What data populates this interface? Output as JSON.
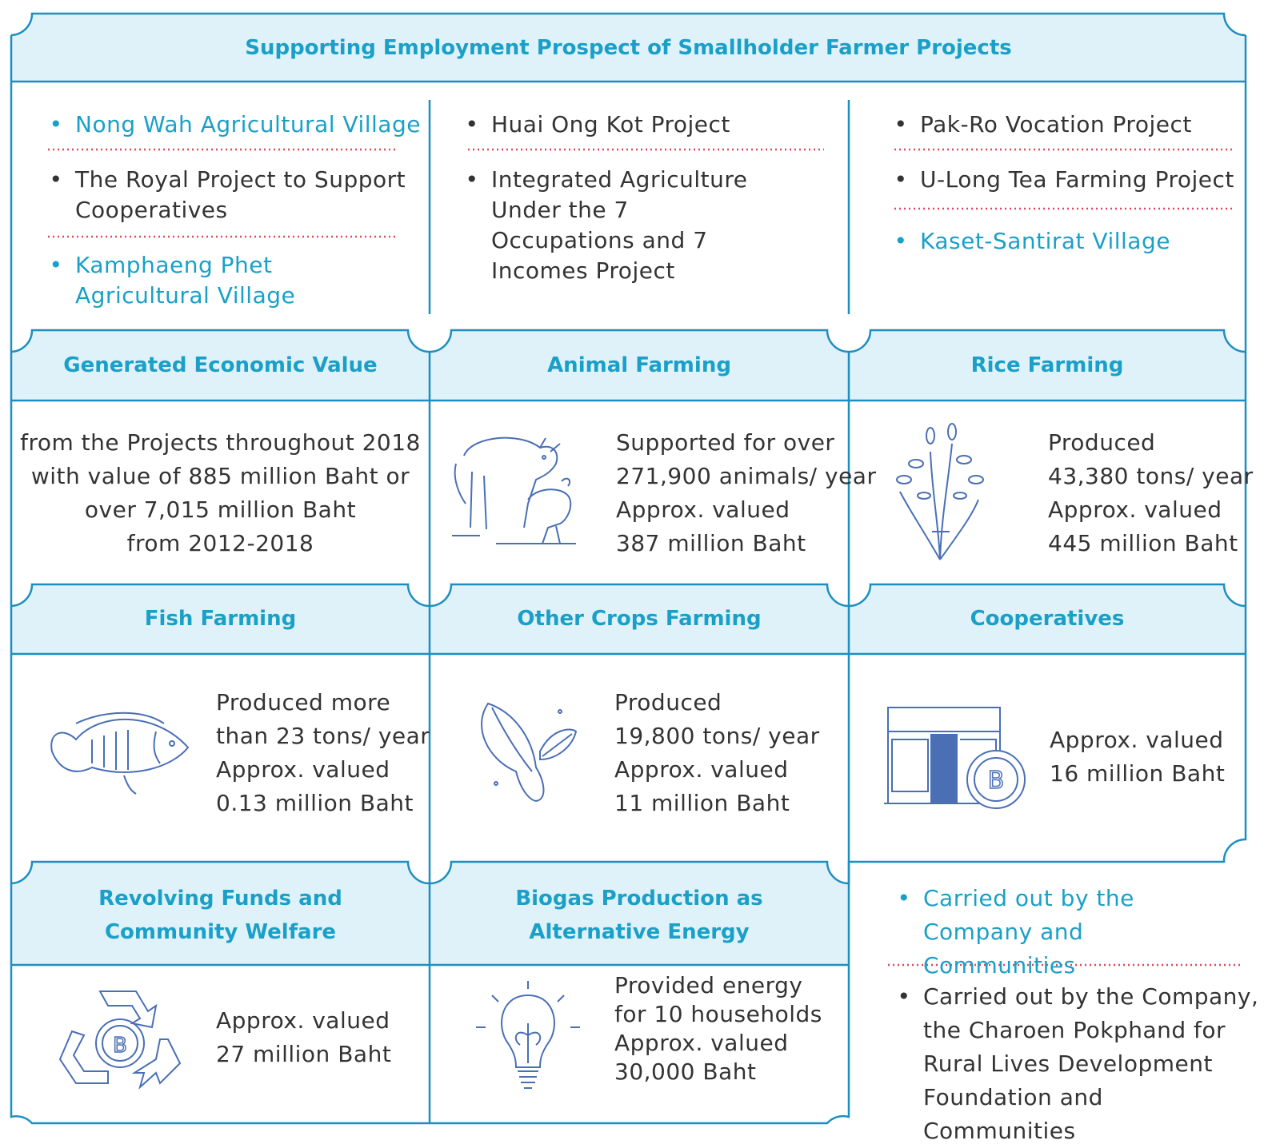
{
  "colors": {
    "accent": "#1aa0c8",
    "header_fill": "#dff1f9",
    "border": "#1c8fc0",
    "divider": "#e0455a",
    "text": "#333333"
  },
  "title": "Supporting Employment Prospect of Smallholder Farmer Projects",
  "projects": {
    "col1": [
      "Nong Wah Agricultural Village",
      "The Royal Project to Support Cooperatives",
      "Kamphaeng Phet Agricultural Village"
    ],
    "col2": [
      "Huai Ong Kot Project",
      "Integrated Agriculture Under the 7 Occupations and 7 Incomes Project"
    ],
    "col3": [
      "Pak-Ro Vocation Project",
      "U-Long Tea Farming Project",
      "Kaset-Santirat Village"
    ]
  },
  "economic": {
    "title": "Generated Economic Value",
    "lines": [
      "from the Projects throughout 2018",
      "with value of 885 million Baht or",
      "over 7,015 million Baht",
      "from 2012-2018"
    ]
  },
  "animal": {
    "title": "Animal Farming",
    "lines": [
      "Supported for over",
      "271,900 animals/ year",
      "Approx. valued",
      "387 million Baht"
    ],
    "icon": "pig-chicken-icon"
  },
  "rice": {
    "title": "Rice Farming",
    "lines": [
      "Produced",
      "43,380 tons/ year",
      "Approx. valued",
      "445 million Baht"
    ],
    "icon": "rice-plant-icon"
  },
  "fish": {
    "title": "Fish Farming",
    "lines": [
      "Produced more",
      "than 23 tons/ year",
      "Approx. valued",
      "0.13 million Baht"
    ],
    "icon": "fish-icon"
  },
  "crops": {
    "title": "Other Crops Farming",
    "lines": [
      "Produced",
      "19,800 tons/ year",
      "Approx. valued",
      "11 million Baht"
    ],
    "icon": "vegetable-icon"
  },
  "coop": {
    "title": "Cooperatives",
    "lines": [
      "Approx. valued",
      "16 million Baht"
    ],
    "icon": "shop-coin-icon"
  },
  "funds": {
    "title_lines": [
      "Revolving Funds and",
      "Community Welfare"
    ],
    "lines": [
      "Approx. valued",
      "27 million Baht"
    ],
    "icon": "recycle-coin-icon"
  },
  "biogas": {
    "title_lines": [
      "Biogas Production as",
      "Alternative Energy"
    ],
    "lines": [
      "Provided energy",
      "for 10 households",
      "Approx. valued",
      "30,000 Baht"
    ],
    "icon": "lightbulb-leaf-icon"
  },
  "legend": {
    "blue": "Carried out by the Company and Communities",
    "dark": "Carried out by the Company, the Charoen Pokphand for Rural Lives Development Foundation and Communities"
  }
}
